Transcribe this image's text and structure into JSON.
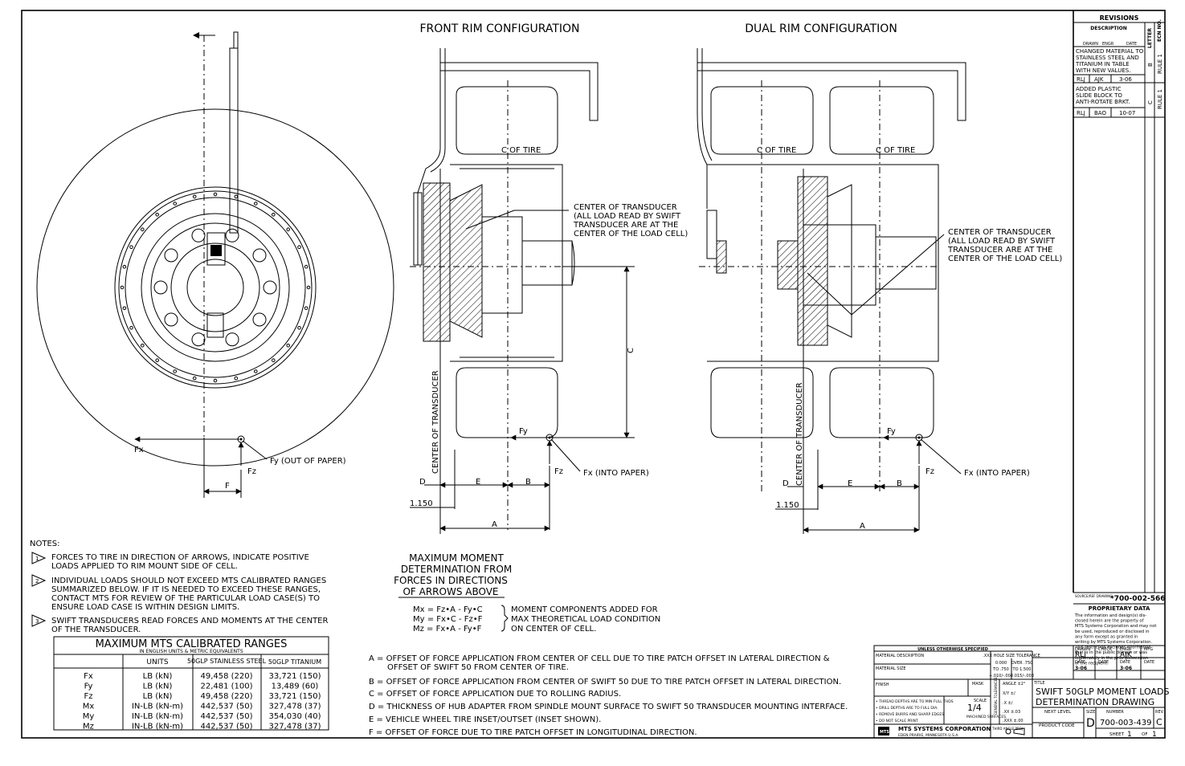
{
  "views": {
    "front_title": "FRONT RIM CONFIGURATION",
    "dual_title": "DUAL RIM CONFIGURATION"
  },
  "side_view": {
    "fx": "Fx",
    "fz": "Fz",
    "fy_label": "Fy (OUT OF PAPER)",
    "f": "F"
  },
  "front_rim": {
    "cl_tire": "C OF TIRE",
    "center_callout": [
      "CENTER OF TRANSDUCER",
      "(ALL LOAD READ BY SWIFT",
      "TRANSDUCER ARE AT THE",
      "CENTER OF THE LOAD CELL)"
    ],
    "center_vertical": "CENTER OF TRANSDUCER",
    "c": "C",
    "fy": "Fy",
    "fz": "Fz",
    "fx_label": "Fx (INTO PAPER)",
    "d": "D",
    "e": "E",
    "b": "B",
    "dim": "1.150",
    "a": "A"
  },
  "dual_rim": {
    "cl_tire1": "C OF TIRE",
    "cl_tire2": "C OF TIRE",
    "center_callout": [
      "CENTER OF TRANSDUCER",
      "(ALL LOAD READ BY SWIFT",
      "TRANSDUCER ARE AT THE",
      "CENTER OF THE LOAD CELL)"
    ],
    "center_vertical": "CENTER OF TRANSDUCER",
    "fy": "Fy",
    "fz": "Fz",
    "fx_label": "Fx (INTO PAPER)",
    "d": "D",
    "e": "E",
    "b": "B",
    "dim": "1.150",
    "a": "A"
  },
  "notes": {
    "heading": "NOTES:",
    "items": [
      {
        "n": "1",
        "lines": [
          "FORCES TO TIRE IN DIRECTION OF ARROWS, INDICATE POSITIVE",
          "LOADS APPLIED TO RIM MOUNT SIDE OF CELL."
        ]
      },
      {
        "n": "2",
        "lines": [
          "INDIVIDUAL LOADS SHOULD NOT EXCEED MTS CALIBRATED RANGES",
          "SUMMARIZED BELOW. IF IT IS NEEDED TO EXCEED THESE RANGES,",
          "CONTACT MTS FOR REVIEW OF THE PARTICULAR LOAD CASE(S) TO",
          "ENSURE LOAD CASE IS WITHIN DESIGN LIMITS."
        ]
      },
      {
        "n": "3",
        "lines": [
          "SWIFT TRANSDUCERS READ FORCES AND MOMENTS AT THE CENTER",
          "OF THE TRANSDUCER."
        ]
      }
    ]
  },
  "ranges": {
    "title": "MAXIMUM MTS CALIBRATED RANGES",
    "subtitle": "IN ENGLISH UNITS & METRIC EQUIVALENTS",
    "headers": [
      "UNITS",
      "50GLP STAINLESS STEEL",
      "50GLP TITANIUM"
    ],
    "rows": [
      [
        "Fx",
        "LB (kN)",
        "49,458 (220)",
        "33,721 (150)"
      ],
      [
        "Fy",
        "LB (kN)",
        "22,481 (100)",
        "13,489 (60)"
      ],
      [
        "Fz",
        "LB (kN)",
        "49,458 (220)",
        "33,721 (150)"
      ],
      [
        "Mx",
        "IN-LB (kN-m)",
        "442,537 (50)",
        "327,478 (37)"
      ],
      [
        "My",
        "IN-LB (kN-m)",
        "442,537 (50)",
        "354,030 (40)"
      ],
      [
        "Mz",
        "IN-LB (kN-m)",
        "442,537 (50)",
        "327,478 (37)"
      ]
    ]
  },
  "moment": {
    "title": [
      "MAXIMUM MOMENT",
      "DETERMINATION FROM",
      "FORCES IN DIRECTIONS",
      "OF ARROWS ABOVE"
    ],
    "equations": [
      "Mx = Fz•A - Fy•C",
      "My = Fx•C - Fz•F",
      "Mz = Fx•A - Fy•F"
    ],
    "note": [
      "MOMENT COMPONENTS ADDED FOR",
      "MAX THEORETICAL LOAD CONDITION",
      "ON CENTER OF CELL."
    ]
  },
  "definitions": [
    "A = OFFSET OF FORCE APPLICATION FROM CENTER OF CELL DUE TO TIRE PATCH OFFSET IN LATERAL DIRECTION &",
    "OFFSET OF SWIFT 50 FROM CENTER OF TIRE.",
    "B = OFFSET OF FORCE APPLICATION FROM CENTER OF SWIFT 50 DUE TO TIRE PATCH OFFSET IN LATERAL DIRECTION.",
    "C = OFFSET OF FORCE APPLICATION DUE TO ROLLING RADIUS.",
    "D = THICKNESS OF HUB ADAPTER FROM SPINDLE MOUNT SURFACE TO SWIFT 50 TRANSDUCER MOUNTING INTERFACE.",
    "E = VEHICLE WHEEL TIRE INSET/OUTSET (INSET SHOWN).",
    "F = OFFSET OF FORCE DUE TO TIRE PATCH OFFSET IN LONGITUDINAL DIRECTION."
  ],
  "revisions": {
    "title": "REVISIONS",
    "description": "DESCRIPTION",
    "letter": "LETTER",
    "ecn": "ECN NO.",
    "drawn": "DRAWN",
    "engr": "ENGR",
    "date": "DATE",
    "entries": [
      {
        "desc": [
          "CHANGED MATERIAL TO",
          "STAINLESS STEEL AND",
          "TITANIUM IN TABLE",
          "WITH NEW VALUES."
        ],
        "drawn": "RLJ",
        "engr": "AJK",
        "date": "3-06",
        "letter": "B",
        "ecn": "RULE 1"
      },
      {
        "desc": [
          "ADDED PLASTIC",
          "SLIDE BLOCK TO",
          "ANTI-ROTATE BRKT."
        ],
        "drawn": "RLJ",
        "engr": "BAO",
        "date": "10-07",
        "letter": "C",
        "ecn": "RULE 1"
      }
    ]
  },
  "proprietary": {
    "source_label": "SOURCE/REF DRAWING",
    "source_value": "*700-002-566",
    "title": "PROPRIETARY DATA",
    "lines": [
      "The information and design(s) dis-",
      "closed herein are the property of",
      "MTS Systems Corporation and may not",
      "be used, reproduced or disclosed in",
      "any form except as granted in",
      "writing by MTS Systems Corporation.",
      "This restriction excludes information",
      "that is in the public domain or was",
      "legitimately in the prior possession",
      "of the recipient."
    ]
  },
  "title_block": {
    "unless": "UNLESS OTHERWISE SPECIFIED",
    "material_desc": "MATERIAL DESCRIPTION",
    "material_size": "MATERIAL SIZE",
    "finish": "FINISH",
    "mask": "MASK",
    "hole_tol": ".XXX HOLE SIZE TOLERANCE",
    "tol_a": [
      "0.000",
      "TO .750",
      "+.010/-.002"
    ],
    "tol_b": [
      "OVER .750",
      "TO 1.500",
      "+.015/-.003"
    ],
    "angle": "ANGLE ±2°",
    "frac": "X/Y  ±/",
    "tol_rows": [
      ".X  ±/",
      ".XX  ±.03",
      ".XXX  ±.00"
    ],
    "general_tol": "GENERAL TOLERANCES",
    "notes": [
      "• THREAD DEPTHS ARE TO MIN FULL THDS",
      "• DRILL DEPTHS ARE TO FULL DIA.",
      "• REMOVE BURRS AND SHARP EDGES",
      "• DO NOT SCALE PRINT"
    ],
    "scale_label": "SCALE",
    "scale": "1/4",
    "machined": "MACHINED SURFACES",
    "company": "MTS SYSTEMS CORPORATION",
    "location": "EDEN PRAIRIE, MINNESOTA U.S.A.",
    "mts": "MTS",
    "third": "THIRD ANGLE PROJ",
    "drawn_label": "DRAWN",
    "drawn": "RLJ",
    "check_label": "CHECK",
    "engr_label": "ENGR",
    "engr": "AJK",
    "mfg_label": "MFG",
    "date_label": "DATE",
    "drawn_date": "3-06",
    "engr_date": "3-06",
    "title_label": "TITLE",
    "title": [
      "SWIFT 50GLP MOMENT LOADS",
      "DETERMINATION DRAWING"
    ],
    "next_level": "NEXT LEVEL",
    "product_code": "PRODUCT CODE",
    "size_label": "SIZE",
    "size": "D",
    "number_label": "NUMBER",
    "number": "700-003-439",
    "rev_label": "REV",
    "rev": "C",
    "sheet_label": "SHEET",
    "sheet": "1",
    "of_label": "OF",
    "of": "1"
  }
}
